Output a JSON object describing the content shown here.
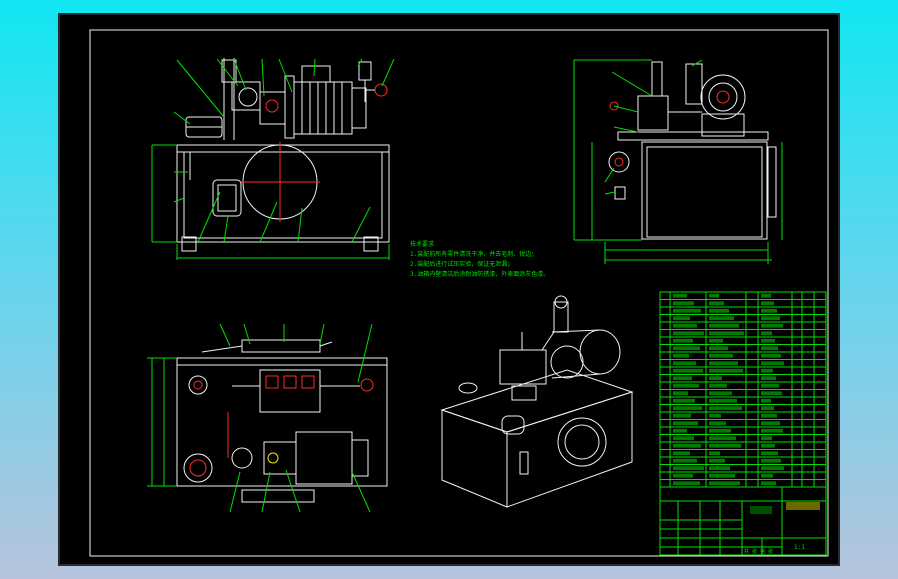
{
  "drawing": {
    "title_block": {
      "scale_text": "1:1",
      "sheet_text": "共 张 第 张"
    },
    "tech_notes": [
      "技术要求",
      "1.装配前所有零件清洗干净，并去毛刺、锐边；",
      "2.装配后进行试压实验，保证无泄漏；",
      "3.油箱内壁清洁后涂耐油防锈漆，外表面涂灰色漆。"
    ],
    "colors": {
      "background_top": "#11e6f2",
      "background_bottom": "#b7c3dd",
      "sheet": "#000000",
      "line_green": "#00e000",
      "line_white": "#f2f2f2",
      "line_red": "#ff2a2a",
      "line_yellow": "#e8e800"
    }
  }
}
